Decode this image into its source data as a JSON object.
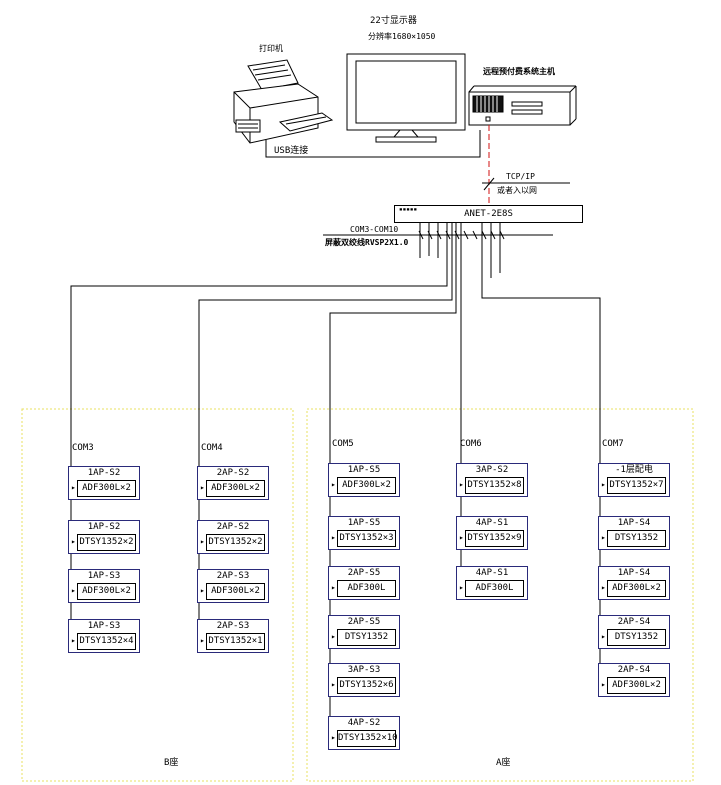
{
  "labels": {
    "monitor_title": "22寸显示器",
    "monitor_resolution": "分辨率1680×1050",
    "printer_title": "打印机",
    "host_title": "远程预付费系统主机",
    "usb_label": "USB连接",
    "tcp_label": "TCP/IP",
    "tcp_sub": "或者入以网",
    "hub_name": "ANET-2E8S",
    "com_range": "COM3-COM10",
    "cable_spec": "屏蔽双绞线RVSP2X1.0",
    "zone_b": "B座",
    "zone_a": "A座"
  },
  "columns": [
    {
      "com": "COM3",
      "meters": [
        {
          "title": "1AP-S2",
          "model": "ADF300L×2"
        },
        {
          "title": "1AP-S2",
          "model": "DTSY1352×2"
        },
        {
          "title": "1AP-S3",
          "model": "ADF300L×2"
        },
        {
          "title": "1AP-S3",
          "model": "DTSY1352×4"
        }
      ]
    },
    {
      "com": "COM4",
      "meters": [
        {
          "title": "2AP-S2",
          "model": "ADF300L×2"
        },
        {
          "title": "2AP-S2",
          "model": "DTSY1352×2"
        },
        {
          "title": "2AP-S3",
          "model": "ADF300L×2"
        },
        {
          "title": "2AP-S3",
          "model": "DTSY1352×1"
        }
      ]
    },
    {
      "com": "COM5",
      "meters": [
        {
          "title": "1AP-S5",
          "model": "ADF300L×2"
        },
        {
          "title": "1AP-S5",
          "model": "DTSY1352×3"
        },
        {
          "title": "2AP-S5",
          "model": "ADF300L"
        },
        {
          "title": "2AP-S5",
          "model": "DTSY1352"
        },
        {
          "title": "3AP-S3",
          "model": "DTSY1352×6"
        },
        {
          "title": "4AP-S2",
          "model": "DTSY1352×10"
        }
      ]
    },
    {
      "com": "COM6",
      "meters": [
        {
          "title": "3AP-S2",
          "model": "DTSY1352×8"
        },
        {
          "title": "4AP-S1",
          "model": "DTSY1352×9"
        },
        {
          "title": "4AP-S1",
          "model": "ADF300L"
        }
      ]
    },
    {
      "com": "COM7",
      "meters": [
        {
          "title": "-1层配电",
          "model": "DTSY1352×7"
        },
        {
          "title": "1AP-S4",
          "model": "DTSY1352"
        },
        {
          "title": "1AP-S4",
          "model": "ADF300L×2"
        },
        {
          "title": "2AP-S4",
          "model": "DTSY1352"
        },
        {
          "title": "2AP-S4",
          "model": "ADF300L×2"
        }
      ]
    }
  ]
}
